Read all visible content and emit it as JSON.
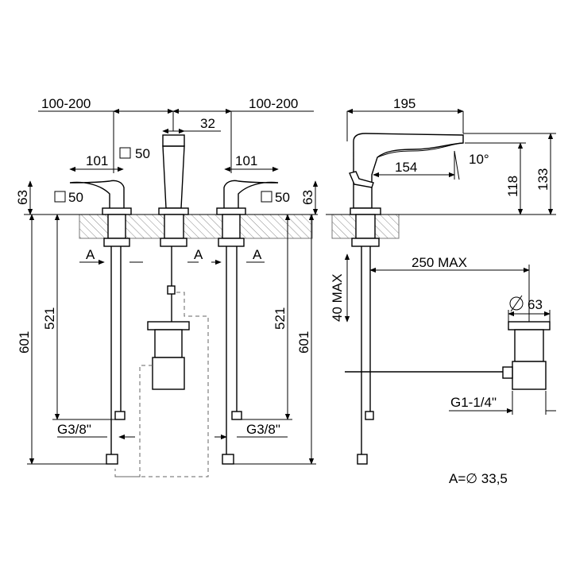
{
  "dimensions": {
    "spacing_left": "100-200",
    "spacing_right": "100-200",
    "spout_width": "32",
    "square_spout": "50",
    "handle_width_left": "101",
    "handle_width_right": "101",
    "square_left": "50",
    "square_right": "50",
    "height_left": "63",
    "height_right": "63",
    "hose_length_left": "521",
    "hose_length_right": "521",
    "total_length_left": "601",
    "total_length_right": "601",
    "thread_left": "G3/8\"",
    "thread_right": "G3/8\"",
    "label_a": "A",
    "side_length": "195",
    "side_reach": "154",
    "side_angle": "10°",
    "side_height_spout": "118",
    "side_height_total": "133",
    "pull_rod_max": "40 MAX",
    "rod_length": "250 MAX",
    "waste_diameter": "63",
    "waste_thread": "G1-1/4\"",
    "note": "A=∅ 33,5"
  }
}
